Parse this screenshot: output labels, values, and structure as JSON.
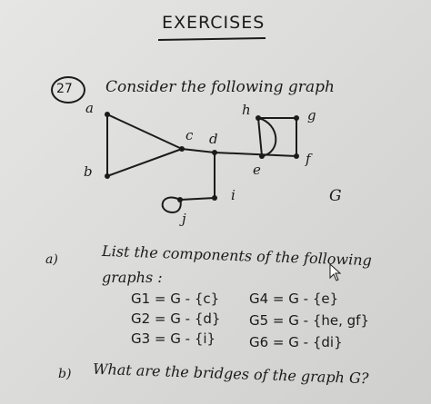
{
  "header": {
    "title": "EXERCISES"
  },
  "question": {
    "number": "27",
    "prompt": "Consider the following graph"
  },
  "graph": {
    "name": "G",
    "vertices": {
      "a": "a",
      "b": "b",
      "c": "c",
      "d": "d",
      "e": "e",
      "f": "f",
      "g": "g",
      "h": "h",
      "i": "i",
      "j": "j"
    },
    "colors": {
      "ink": "#1b1b1b",
      "paper": "#e2e2e0"
    }
  },
  "part_a": {
    "label": "a)",
    "line1": "List the components of the following",
    "line2": "graphs :",
    "components": [
      "G1 = G - {c}",
      "G2 = G - {d}",
      "G3 = G - {i}",
      "G4 = G - {e}",
      "G5 = G - {he, gf}",
      "G6 = G - {di}"
    ]
  },
  "part_b": {
    "label": "b)",
    "text": "What are the bridges of the graph G?"
  },
  "icons": {
    "cursor": "mouse-pointer-icon"
  }
}
